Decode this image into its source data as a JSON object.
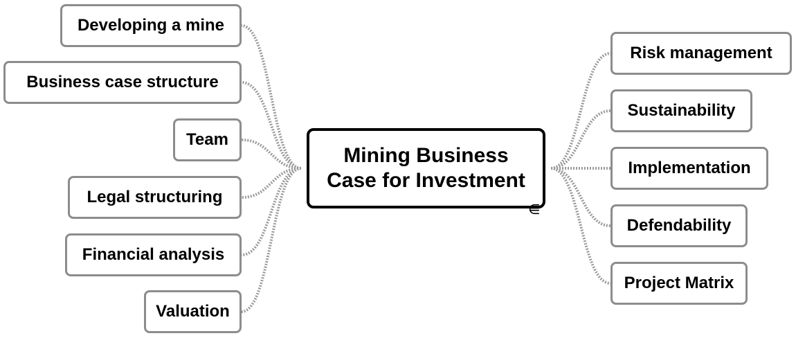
{
  "mindmap": {
    "central": {
      "line1": "Mining Business",
      "line2": "Case for Investment"
    },
    "left_branches": [
      {
        "id": "developing-a-mine",
        "label": "Developing a mine"
      },
      {
        "id": "business-case-structure",
        "label": "Business case structure"
      },
      {
        "id": "team",
        "label": "Team"
      },
      {
        "id": "legal-structuring",
        "label": "Legal structuring"
      },
      {
        "id": "financial-analysis",
        "label": "Financial analysis"
      },
      {
        "id": "valuation",
        "label": "Valuation"
      }
    ],
    "right_branches": [
      {
        "id": "risk-management",
        "label": "Risk management"
      },
      {
        "id": "sustainability",
        "label": "Sustainability"
      },
      {
        "id": "implementation",
        "label": "Implementation"
      },
      {
        "id": "defendability",
        "label": "Defendability"
      },
      {
        "id": "project-matrix",
        "label": "Project Matrix"
      }
    ],
    "collapse_icon": "collapse-toggle-icon"
  },
  "colors": {
    "connector": "#9a9a9a",
    "node_border": "#8c8c8c",
    "central_border": "#000000"
  }
}
